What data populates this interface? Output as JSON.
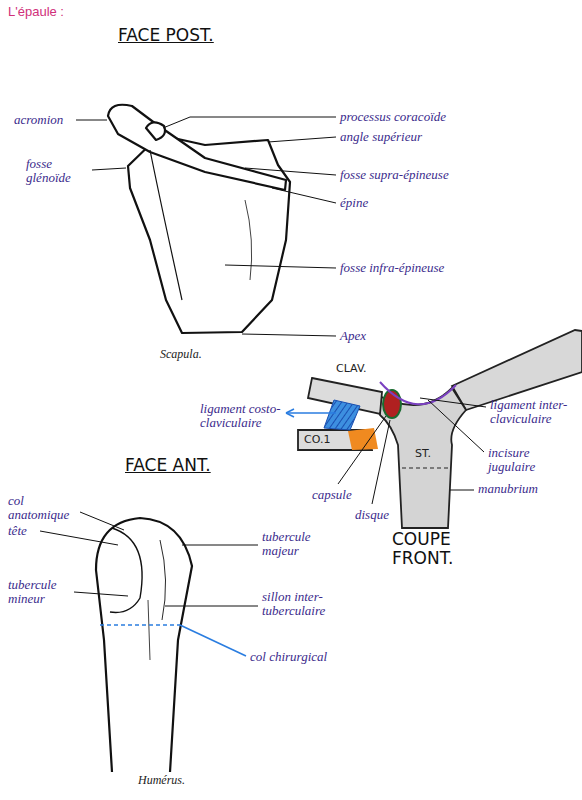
{
  "diagram": {
    "title": "L'épaule :",
    "labels": [
      "FACE POST.",
      "acromion",
      "fosse glénoïde",
      "processus coracoïde",
      "angle supérieur",
      "fosse supra-épineuse",
      "épine",
      "fosse infra-épineuse",
      "Apex",
      "Scapula.",
      "CLAV.",
      "ligament costo-claviculaire",
      "CO.1",
      "capsule",
      "disque",
      "ligament inter-claviculaire",
      "incisure jugulaire",
      "ST.",
      "manubrium",
      "COUPE FRONT.",
      "FACE ANT.",
      "col anatomique",
      "tête",
      "tubercule mineur",
      "tubercule majeur",
      "sillon inter-tuberculaire",
      "col chirurgical",
      "Humérus."
    ]
  }
}
